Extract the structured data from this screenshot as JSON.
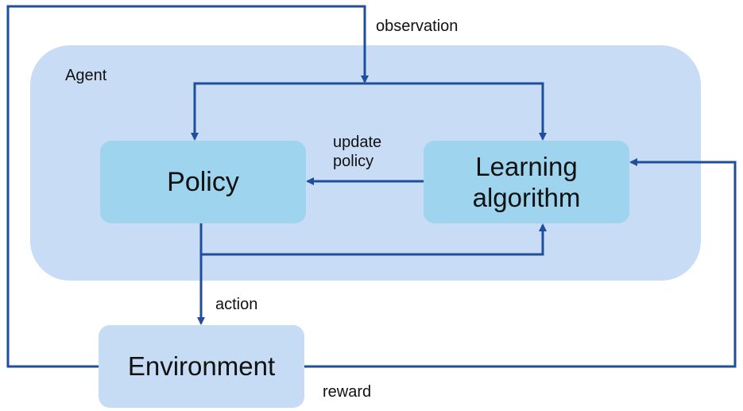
{
  "colors": {
    "agent_fill": "#c9dcf5",
    "node_fill": "#9fd4ee",
    "environment_fill": "#c6dcf4",
    "arrow": "#1f4e9c"
  },
  "agent": {
    "label": "Agent"
  },
  "nodes": {
    "policy": "Policy",
    "learning_line1": "Learning",
    "learning_line2": "algorithm",
    "environment": "Environment"
  },
  "edges": {
    "observation": "observation",
    "update_line1": "update",
    "update_line2": "policy",
    "action": "action",
    "reward": "reward"
  }
}
